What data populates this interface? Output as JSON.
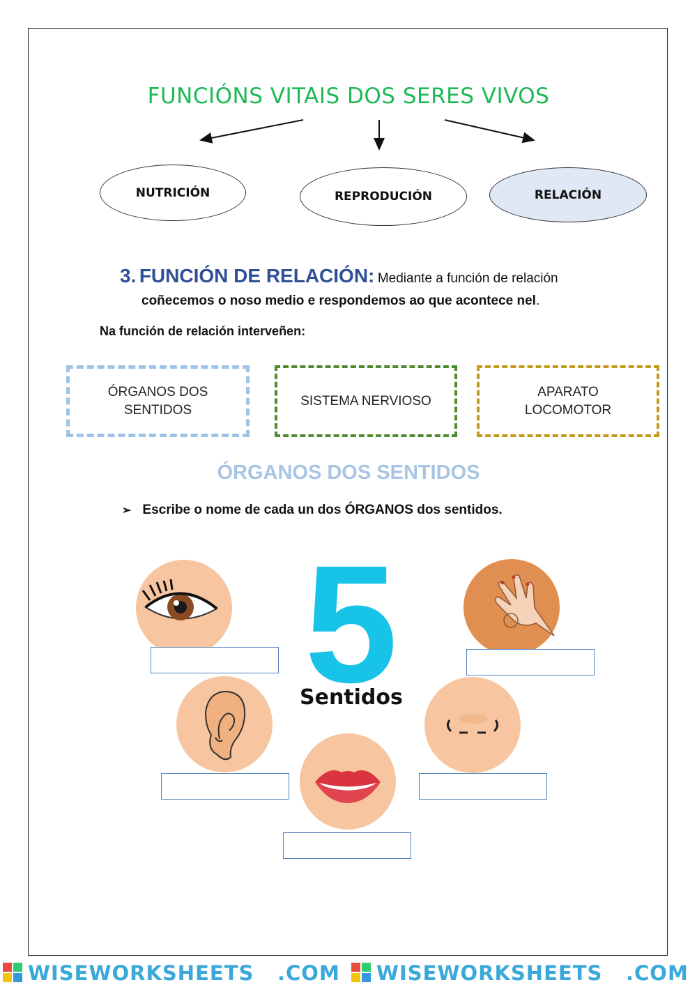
{
  "title": "FUNCIÓNS VITAIS DOS SERES VIVOS",
  "functions": [
    "NUTRICIÓN",
    "REPRODUCIÓN",
    "RELACIÓN"
  ],
  "section": {
    "number": "3.",
    "heading": "FUNCIÓN DE RELACIÓN",
    "colon": ":",
    "lead": "Mediante a función de relación",
    "line2_bold": "coñecemos o noso medio e respondemos ao que acontece nel",
    "line2_end": "."
  },
  "intro": "Na función de relación interveñen:",
  "boxes": {
    "organs": [
      "ÓRGANOS DOS",
      "SENTIDOS"
    ],
    "nervous": "SISTEMA NERVIOSO",
    "locomotor": [
      "APARATO",
      "LOCOMOTOR"
    ]
  },
  "subheading": "ÓRGANOS DOS SENTIDOS",
  "task": {
    "bullet": "➢",
    "text": "Escribe o nome de cada un dos ÓRGANOS dos sentidos."
  },
  "graphic": {
    "number": "5",
    "label": "Sentidos",
    "senses": [
      "eye",
      "hand",
      "ear",
      "nose",
      "mouth"
    ]
  },
  "footer": {
    "brand_a": "WISEWORKSHEETS",
    "brand_b": ".COM"
  },
  "colors": {
    "title_green": "#1db954",
    "heading_blue": "#2f4f97",
    "light_blue": "#a9c4e4",
    "organs_border": "#9fc3e6",
    "nervous_border": "#4f8a2f",
    "locomotor_border": "#c49a1a",
    "skin": "#f7c59f",
    "cyan_five": "#17c3e6"
  }
}
